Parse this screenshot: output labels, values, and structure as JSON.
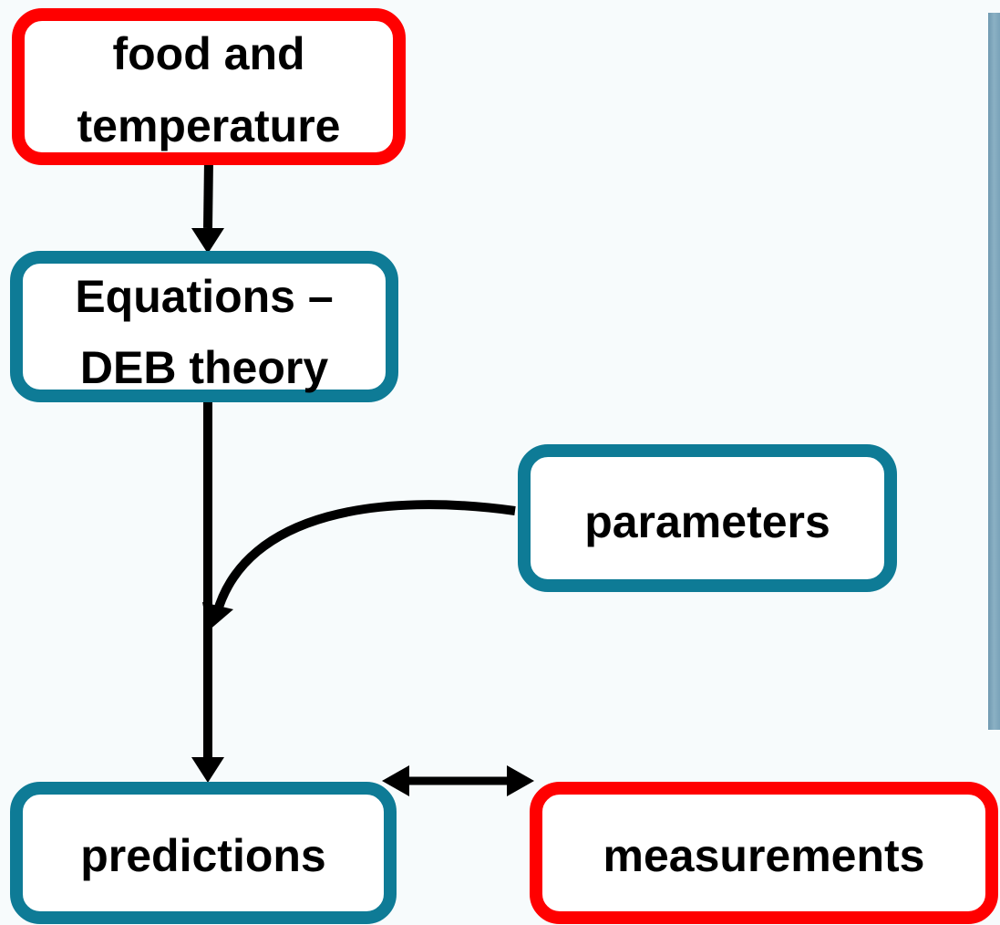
{
  "diagram": {
    "nodes": {
      "food": {
        "line1": "food and",
        "line2": "temperature",
        "border_color": "#ff0000"
      },
      "equations": {
        "line1": "Equations –",
        "line2": "DEB theory",
        "border_color": "#0e7b96"
      },
      "parameters": {
        "label": "parameters",
        "border_color": "#0e7b96"
      },
      "predictions": {
        "label": "predictions",
        "border_color": "#0e7b96"
      },
      "measurements": {
        "label": "measurements",
        "border_color": "#ff0000"
      }
    },
    "edges": [
      {
        "from": "food",
        "to": "equations",
        "style": "arrow"
      },
      {
        "from": "equations",
        "to": "predictions",
        "style": "arrow"
      },
      {
        "from": "parameters",
        "to": "equations-predictions-line",
        "style": "curved-arrow"
      },
      {
        "from": "predictions",
        "to": "measurements",
        "style": "double-arrow"
      }
    ],
    "colors": {
      "red_border": "#ff0000",
      "teal_border": "#0e7b96",
      "background": "#f7fbfc",
      "photo_strip": "#7fa6bb"
    }
  }
}
